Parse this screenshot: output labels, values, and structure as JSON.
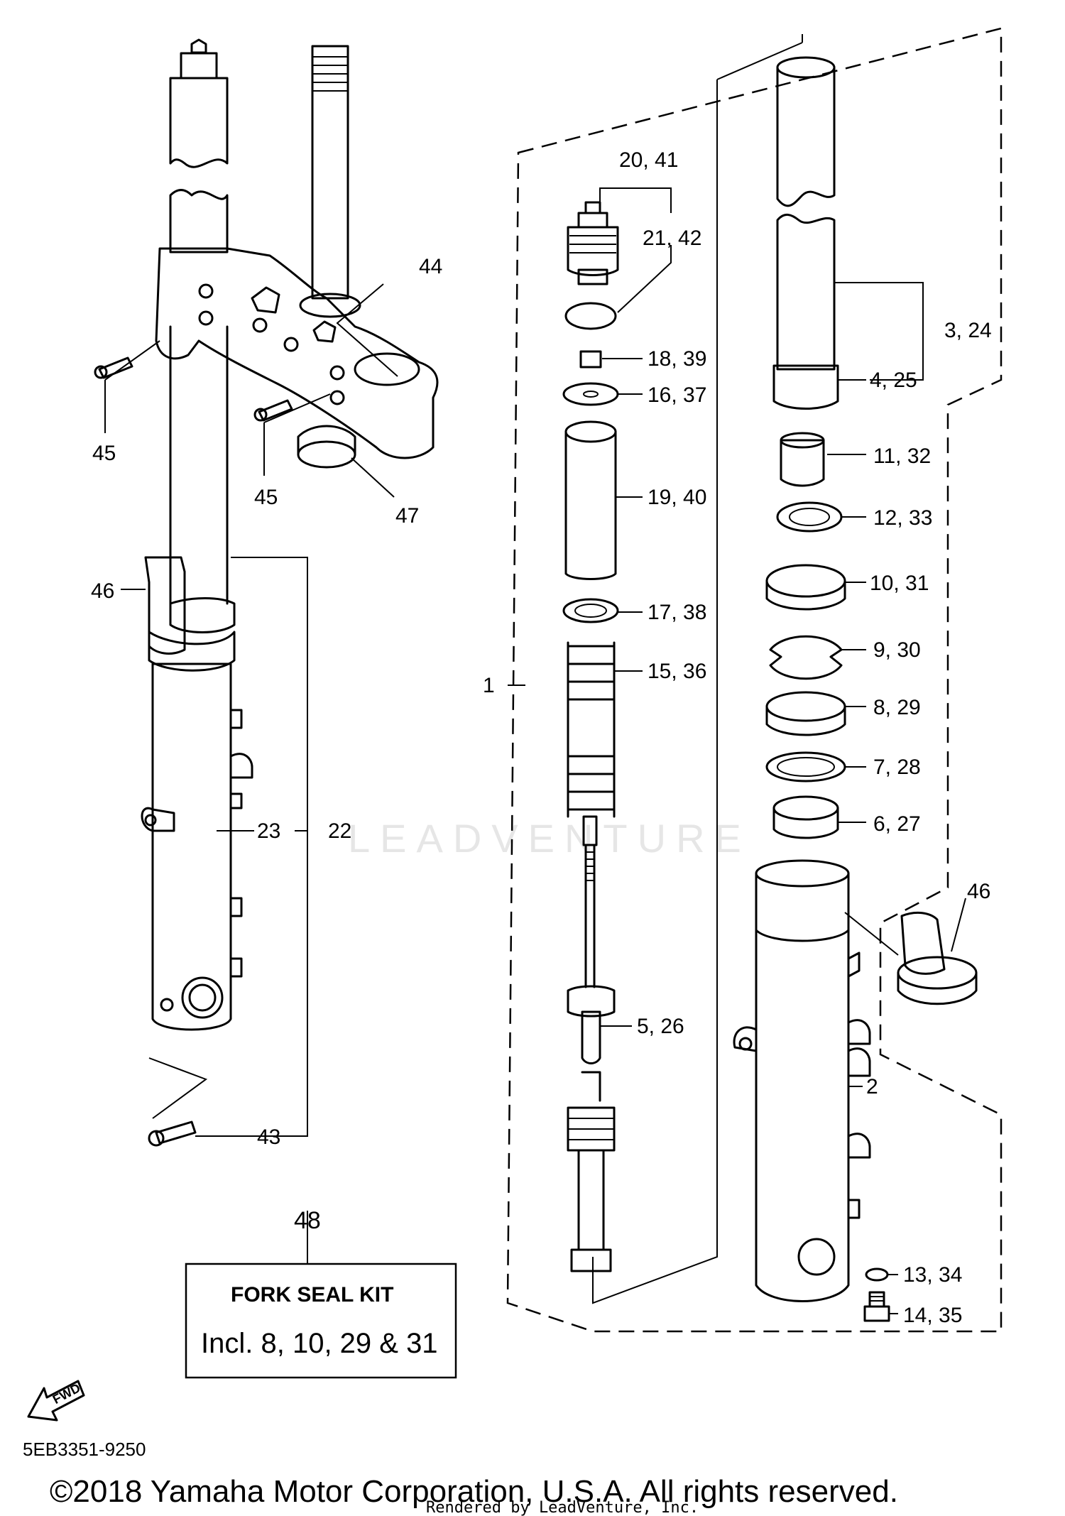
{
  "labels": {
    "l1": "1",
    "l2": "2",
    "l3_24": "3, 24",
    "l4_25": "4, 25",
    "l5_26": "5, 26",
    "l6_27": "6, 27",
    "l7_28": "7, 28",
    "l8_29": "8, 29",
    "l9_30": "9, 30",
    "l10_31": "10, 31",
    "l11_32": "11, 32",
    "l12_33": "12, 33",
    "l13_34": "13, 34",
    "l14_35": "14, 35",
    "l15_36": "15, 36",
    "l16_37": "16, 37",
    "l17_38": "17, 38",
    "l18_39": "18, 39",
    "l19_40": "19, 40",
    "l20_41": "20, 41",
    "l21_42": "21, 42",
    "l22": "22",
    "l23": "23",
    "l43": "43",
    "l44": "44",
    "l45a": "45",
    "l45b": "45",
    "l46a": "46",
    "l46b": "46",
    "l47": "47",
    "l48": "48"
  },
  "kit": {
    "title": "FORK SEAL KIT",
    "includes": "Incl. 8, 10, 29 & 31"
  },
  "fwd_label": "FWD",
  "diagram_code": "5EB3351-9250",
  "copyright": "©2018 Yamaha Motor Corporation, U.S.A. All rights reserved.",
  "rendered_by": "Rendered by LeadVenture, Inc.",
  "watermark": "LEADVENTURE"
}
